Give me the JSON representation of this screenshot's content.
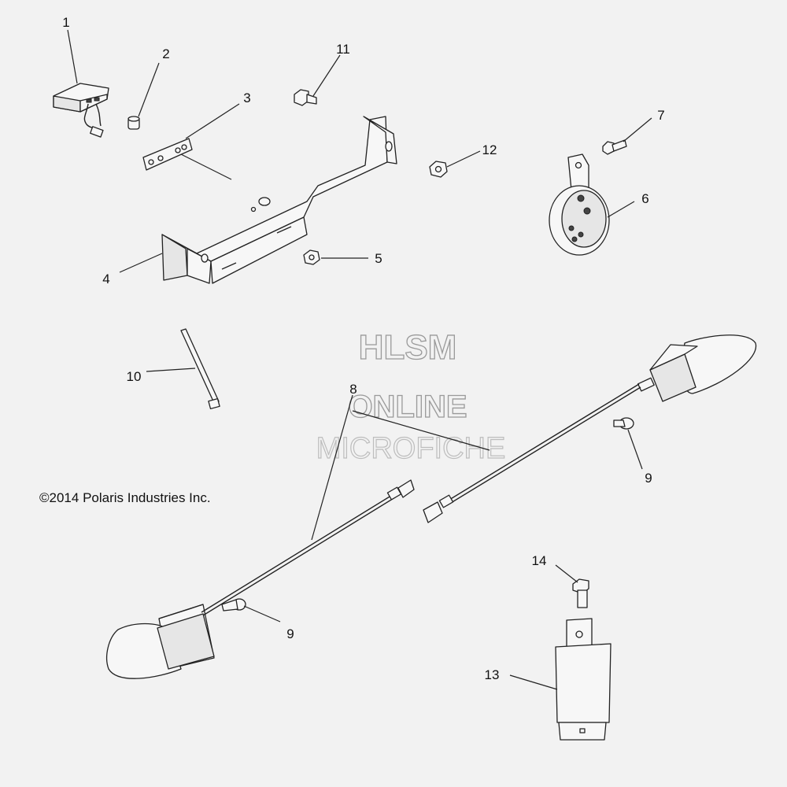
{
  "diagram": {
    "callouts": [
      {
        "id": "c1",
        "label": "1"
      },
      {
        "id": "c2",
        "label": "2"
      },
      {
        "id": "c3",
        "label": "3"
      },
      {
        "id": "c4",
        "label": "4"
      },
      {
        "id": "c5",
        "label": "5"
      },
      {
        "id": "c6",
        "label": "6"
      },
      {
        "id": "c7",
        "label": "7"
      },
      {
        "id": "c8",
        "label": "8"
      },
      {
        "id": "c9a",
        "label": "9"
      },
      {
        "id": "c9b",
        "label": "9"
      },
      {
        "id": "c10",
        "label": "10"
      },
      {
        "id": "c11",
        "label": "11"
      },
      {
        "id": "c12",
        "label": "12"
      },
      {
        "id": "c13",
        "label": "13"
      },
      {
        "id": "c14",
        "label": "14"
      }
    ],
    "copyright": "©2014 Polaris Industries Inc.",
    "watermark": {
      "line1": "HLSM",
      "line2": "ONLINE",
      "line3": "MICROFICHE"
    }
  }
}
